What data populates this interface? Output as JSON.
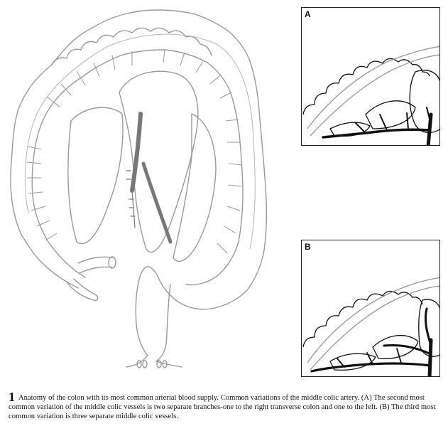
{
  "figure": {
    "number": "1",
    "caption": "Anatomy of the colon with its most common arterial blood supply. Common variations of the middle colic artery. (A) The second most common variation of the middle colic vessels is two separate branches-one to the right transverse colon and one to the left. (B) The third most common variation is three separate middle colic vessels."
  },
  "panels": [
    {
      "label": "A"
    },
    {
      "label": "B"
    }
  ],
  "colors": {
    "outline": "#9a9a9a",
    "vessel": "#777777",
    "panel_ink": "#111111",
    "background": "#ffffff"
  }
}
